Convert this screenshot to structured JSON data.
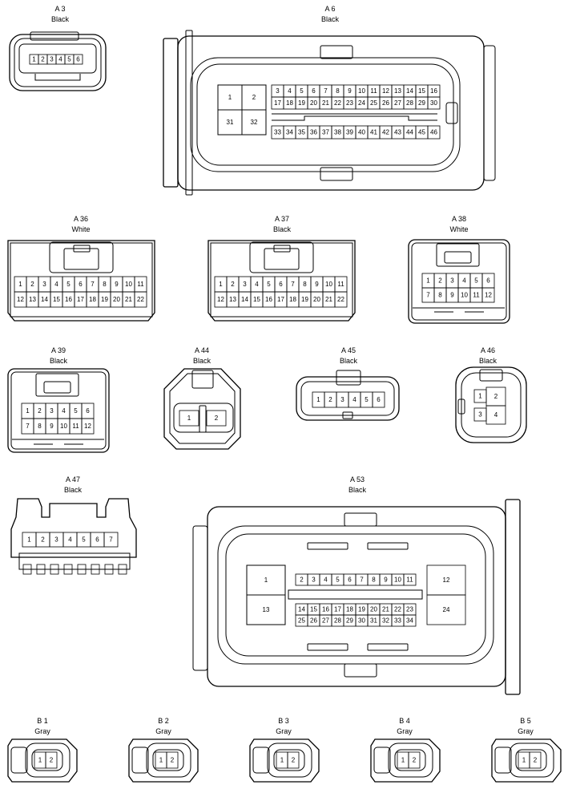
{
  "connectors": [
    {
      "id": "A 3",
      "color": "Black",
      "pins": [
        "1",
        "2",
        "3",
        "4",
        "5",
        "6"
      ]
    },
    {
      "id": "A 6",
      "color": "Black",
      "pins_big": [
        "1",
        "2",
        "31",
        "32"
      ],
      "pins_row1": [
        "3",
        "4",
        "5",
        "6",
        "7",
        "8",
        "9",
        "10",
        "11",
        "12",
        "13",
        "14",
        "15",
        "16"
      ],
      "pins_row2": [
        "17",
        "18",
        "19",
        "20",
        "21",
        "22",
        "23",
        "24",
        "25",
        "26",
        "27",
        "28",
        "29",
        "30"
      ],
      "pins_row3": [
        "33",
        "34",
        "35",
        "36",
        "37",
        "38",
        "39",
        "40",
        "41",
        "42",
        "43",
        "44",
        "45",
        "46"
      ]
    },
    {
      "id": "A 36",
      "color": "White",
      "pins_row1": [
        "1",
        "2",
        "3",
        "4",
        "5",
        "6",
        "7",
        "8",
        "9",
        "10",
        "11"
      ],
      "pins_row2": [
        "12",
        "13",
        "14",
        "15",
        "16",
        "17",
        "18",
        "19",
        "20",
        "21",
        "22"
      ]
    },
    {
      "id": "A 37",
      "color": "Black",
      "pins_row1": [
        "1",
        "2",
        "3",
        "4",
        "5",
        "6",
        "7",
        "8",
        "9",
        "10",
        "11"
      ],
      "pins_row2": [
        "12",
        "13",
        "14",
        "15",
        "16",
        "17",
        "18",
        "19",
        "20",
        "21",
        "22"
      ]
    },
    {
      "id": "A 38",
      "color": "White",
      "pins_row1": [
        "1",
        "2",
        "3",
        "4",
        "5",
        "6"
      ],
      "pins_row2": [
        "7",
        "8",
        "9",
        "10",
        "11",
        "12"
      ]
    },
    {
      "id": "A 39",
      "color": "Black",
      "pins_row1": [
        "1",
        "2",
        "3",
        "4",
        "5",
        "6"
      ],
      "pins_row2": [
        "7",
        "8",
        "9",
        "10",
        "11",
        "12"
      ]
    },
    {
      "id": "A 44",
      "color": "Black",
      "pins": [
        "1",
        "2"
      ]
    },
    {
      "id": "A 45",
      "color": "Black",
      "pins": [
        "1",
        "2",
        "3",
        "4",
        "5",
        "6"
      ]
    },
    {
      "id": "A 46",
      "color": "Black",
      "pins": [
        "1",
        "2",
        "3",
        "4"
      ]
    },
    {
      "id": "A 47",
      "color": "Black",
      "pins": [
        "1",
        "2",
        "3",
        "4",
        "5",
        "6",
        "7"
      ]
    },
    {
      "id": "A 53",
      "color": "Black",
      "pins_big": [
        "1",
        "13",
        "12",
        "24"
      ],
      "pins_row1": [
        "2",
        "3",
        "4",
        "5",
        "6",
        "7",
        "8",
        "9",
        "10",
        "11"
      ],
      "pins_row2": [
        "14",
        "15",
        "16",
        "17",
        "18",
        "19",
        "20",
        "21",
        "22",
        "23"
      ],
      "pins_row3": [
        "25",
        "26",
        "27",
        "28",
        "29",
        "30",
        "31",
        "32",
        "33",
        "34"
      ]
    },
    {
      "id": "B 1",
      "color": "Gray",
      "pins": [
        "1",
        "2"
      ]
    },
    {
      "id": "B 2",
      "color": "Gray",
      "pins": [
        "1",
        "2"
      ]
    },
    {
      "id": "B 3",
      "color": "Gray",
      "pins": [
        "1",
        "2"
      ]
    },
    {
      "id": "B 4",
      "color": "Gray",
      "pins": [
        "1",
        "2"
      ]
    },
    {
      "id": "B 5",
      "color": "Gray",
      "pins": [
        "1",
        "2"
      ]
    }
  ],
  "style": {
    "stroke": "#000000",
    "fill": "#ffffff"
  }
}
